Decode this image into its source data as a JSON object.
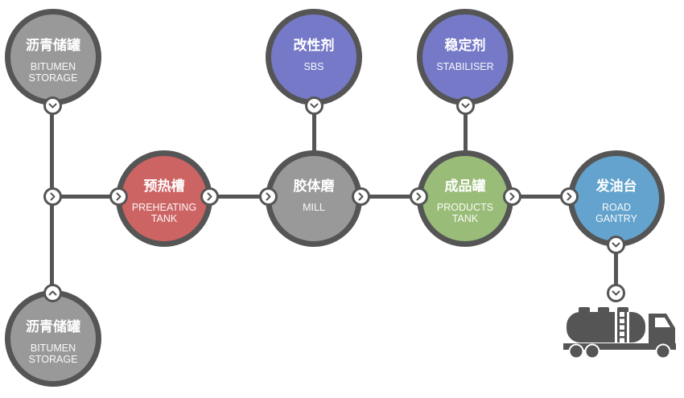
{
  "nodes": {
    "bitumen_storage_top": {
      "cn": "沥青储罐",
      "en1": "BITUMEN",
      "en2": "STORAGE",
      "color": "#999999"
    },
    "bitumen_storage_bottom": {
      "cn": "沥青储罐",
      "en1": "BITUMEN",
      "en2": "STORAGE",
      "color": "#999999"
    },
    "preheating_tank": {
      "cn": "预热槽",
      "en1": "PREHEATING",
      "en2": "TANK",
      "color": "#cd6464"
    },
    "mill": {
      "cn": "胶体磨",
      "en1": "MILL",
      "color": "#999999"
    },
    "modifier": {
      "cn": "改性剂",
      "en1": "SBS",
      "color": "#7579c7"
    },
    "stabiliser": {
      "cn": "稳定剂",
      "en1": "STABILISER",
      "color": "#7579c7"
    },
    "products_tank": {
      "cn": "成品罐",
      "en1": "PRODUCTS",
      "en2": "TANK",
      "color": "#99bc78"
    },
    "road_gantry": {
      "cn": "发油台",
      "en1": "ROAD",
      "en2": "GANTRY",
      "color": "#63a3cd"
    }
  },
  "icons": {
    "connector_right": "chevron-right-icon",
    "connector_down": "chevron-down-icon",
    "connector_up": "chevron-up-icon",
    "vehicle": "tanker-truck-icon"
  },
  "colors": {
    "line": "#555555",
    "truck": "#555555"
  }
}
